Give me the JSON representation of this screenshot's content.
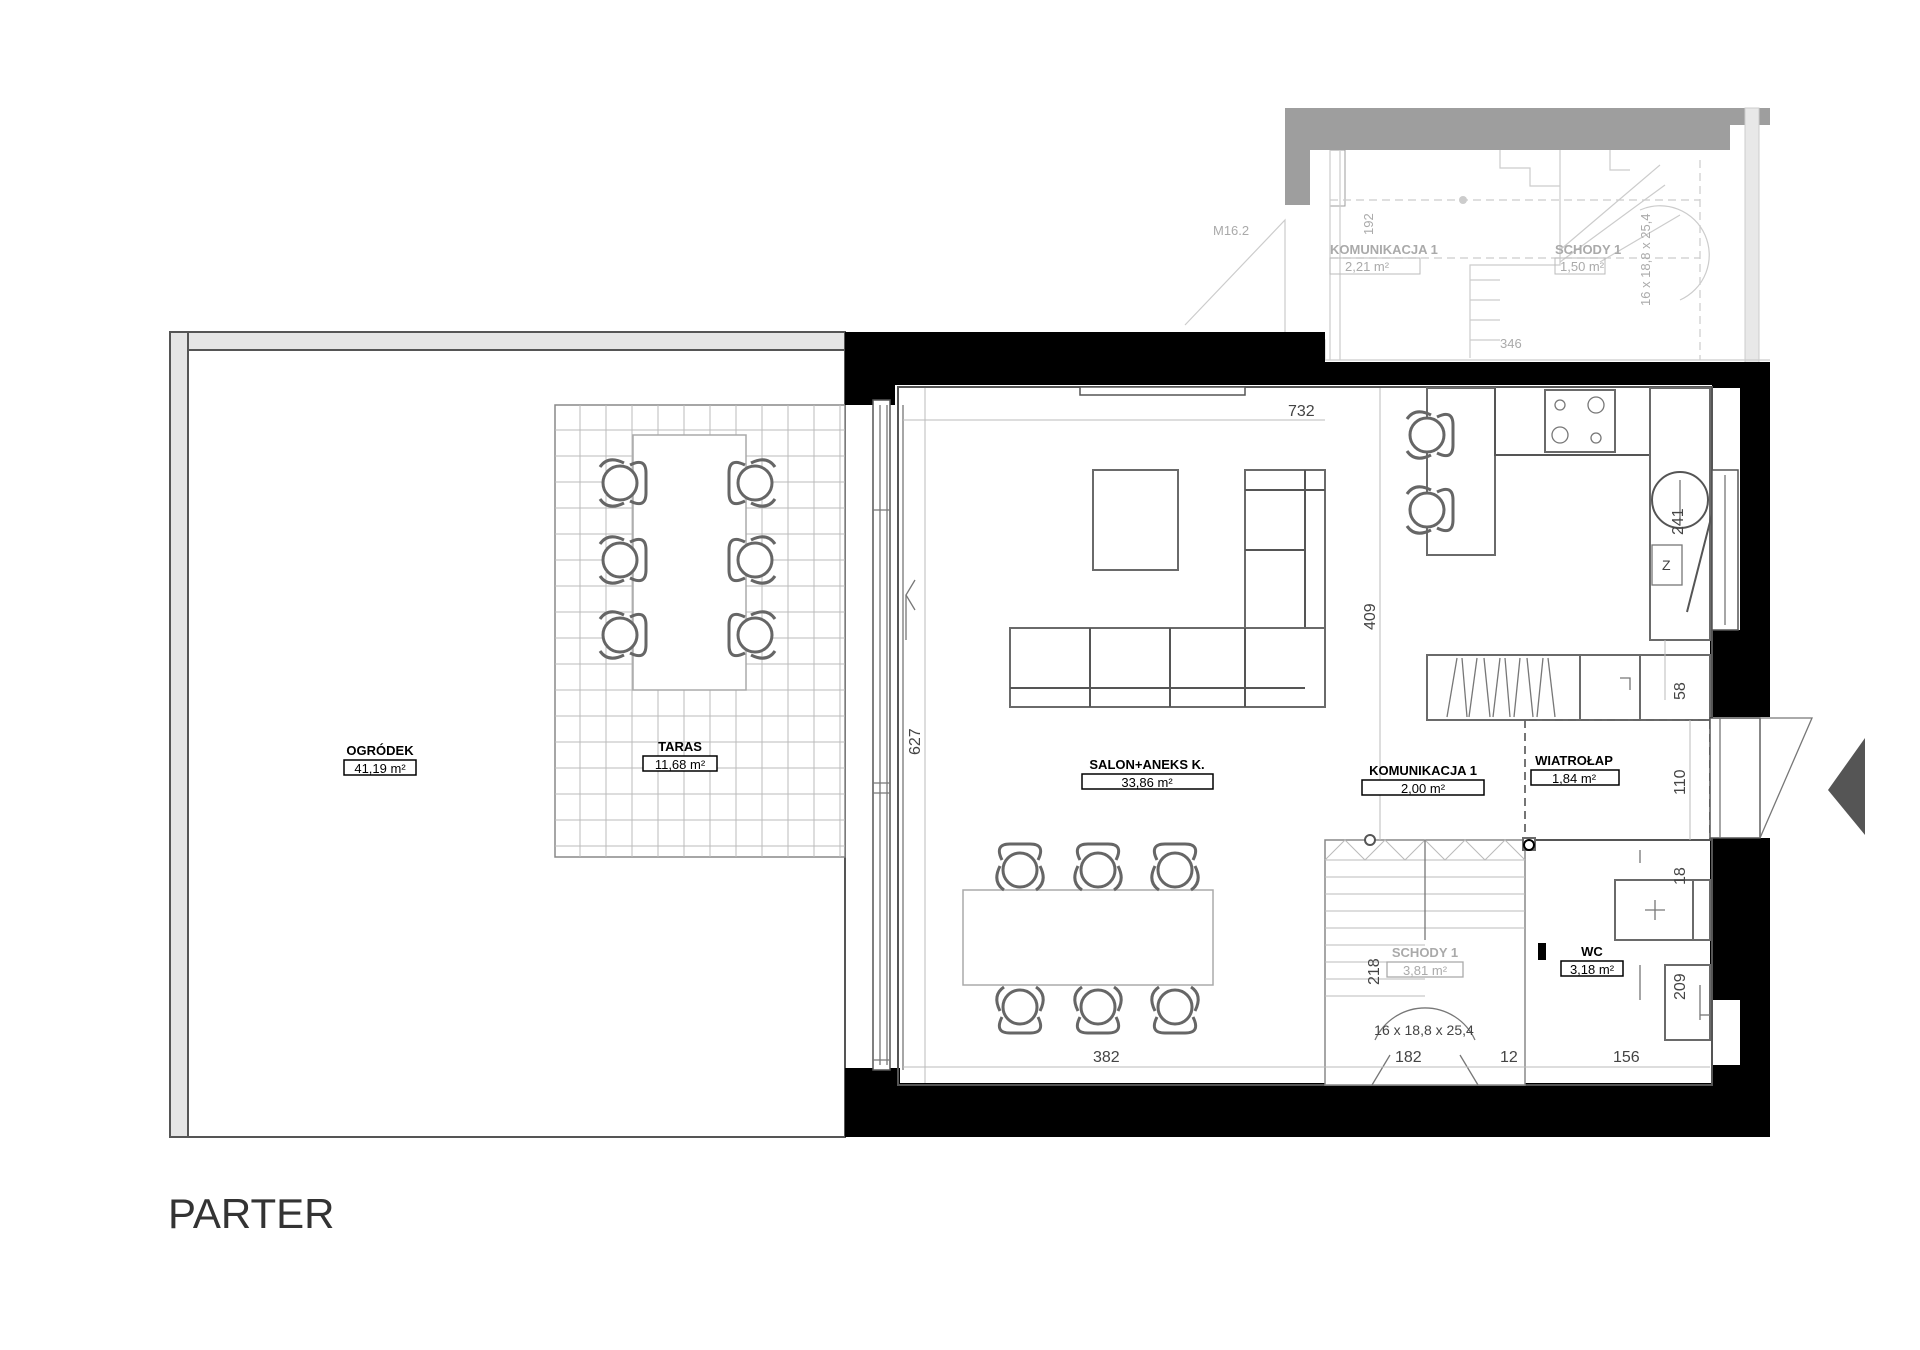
{
  "floor_title": "PARTER",
  "rooms": {
    "ogrodek": {
      "name": "OGRÓDEK",
      "area": "41,19 m²"
    },
    "taras": {
      "name": "TARAS",
      "area": "11,68 m²"
    },
    "salon": {
      "name": "SALON+ANEKS K.",
      "area": "33,86 m²"
    },
    "komunikacja": {
      "name": "KOMUNIKACJA 1",
      "area": "2,00 m²"
    },
    "wiatrolap": {
      "name": "WIATROŁAP",
      "area": "1,84 m²"
    },
    "wc": {
      "name": "WC",
      "area": "3,18 m²"
    },
    "schody": {
      "name": "SCHODY 1",
      "area": "3,81 m²",
      "stairs_spec": "16 x 18,8 x 25,4"
    }
  },
  "upper_ghost": {
    "level_mark": "M16.2",
    "komunikacja_name": "KOMUNIKACJA 1",
    "komunikacja_area": "2,21 m²",
    "schody_name": "SCHODY 1",
    "schody_area": "1,50 m²",
    "stairs_spec": "16 x 18,8 x 25,4",
    "dim_192": "192",
    "dim_346": "346"
  },
  "dimensions": {
    "d732": "732",
    "d409": "409",
    "d627": "627",
    "d382": "382",
    "d182": "182",
    "d12": "12",
    "d156": "156",
    "d218": "218",
    "d241": "241",
    "d58": "58",
    "d110": "110",
    "d18": "18",
    "d209": "209"
  },
  "colors": {
    "wall": "#000000",
    "line": "#555555",
    "ghost": "#cccccc",
    "ghost_fill": "#9e9e9e"
  }
}
